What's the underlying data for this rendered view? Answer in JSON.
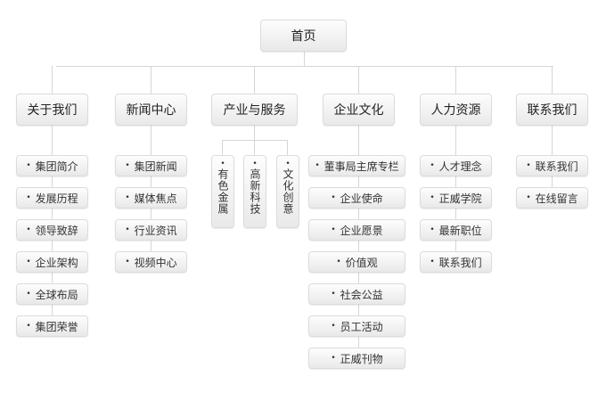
{
  "home": "首页",
  "sections": [
    {
      "label": "关于我们",
      "items": [
        "集团简介",
        "发展历程",
        "领导致辞",
        "企业架构",
        "全球布局",
        "集团荣誉"
      ]
    },
    {
      "label": "新闻中心",
      "items": [
        "集团新闻",
        "媒体焦点",
        "行业资讯",
        "视频中心"
      ]
    },
    {
      "label": "产业与服务",
      "items": [
        "有色金属",
        "高新科技",
        "文化创意"
      ]
    },
    {
      "label": "企业文化",
      "items": [
        "董事局主席专栏",
        "企业使命",
        "企业愿景",
        "价值观",
        "社会公益",
        "员工活动",
        "正威刊物"
      ]
    },
    {
      "label": "人力资源",
      "items": [
        "人才理念",
        "正威学院",
        "最新职位",
        "联系我们"
      ]
    },
    {
      "label": "联系我们",
      "items": [
        "联系我们",
        "在线留言"
      ]
    }
  ]
}
